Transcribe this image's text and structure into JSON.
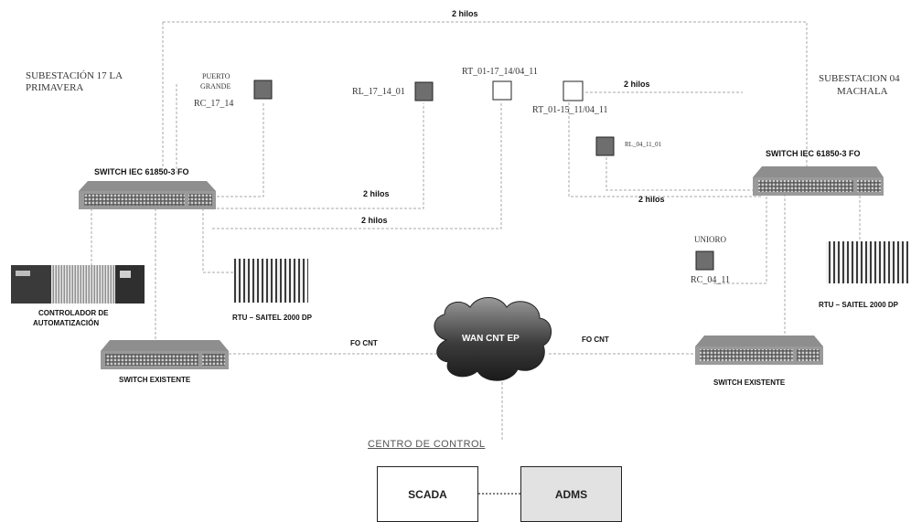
{
  "labels": {
    "hilos_top": "2 hilos",
    "hilos_right": "2 hilos",
    "hilos_mid": "2 hilos",
    "hilos_lower": "2 hilos",
    "hilos_rl": "2 hilos",
    "sub17_line1": "SUBESTACIÓN 17 LA",
    "sub17_line2": "PRIMAVERA",
    "sub04_line1": "SUBESTACION 04",
    "sub04_line2": "MACHALA",
    "puerto_line1": "PUERTO",
    "puerto_line2": "GRANDE",
    "rc_17_14": "RC_17_14",
    "rl_17_14_01": "RL_17_14_01",
    "rt_01_17": "RT_01-17_14/04_11",
    "rt_01_15": "RT_01-15_11/04_11",
    "rl_04_11_01": "RL_04_11_01",
    "unioro": "UNIORO",
    "rc_04_11": "RC_04_11",
    "switch_left": "SWITCH IEC 61850-3 FO",
    "switch_right": "SWITCH IEC 61850-3 FO",
    "controlador_line1": "CONTROLADOR DE",
    "controlador_line2": "AUTOMATIZACIÓN",
    "rtu_left": "RTU – SAITEL 2000 DP",
    "rtu_right": "RTU – SAITEL 2000 DP",
    "switch_existente_left": "SWITCH EXISTENTE",
    "switch_existente_right": "SWITCH EXISTENTE",
    "fo_cnt_left": "FO CNT",
    "fo_cnt_right": "FO CNT",
    "wan": "WAN CNT EP",
    "centro": "CENTRO DE CONTROL",
    "scada": "SCADA",
    "adms": "ADMS"
  }
}
